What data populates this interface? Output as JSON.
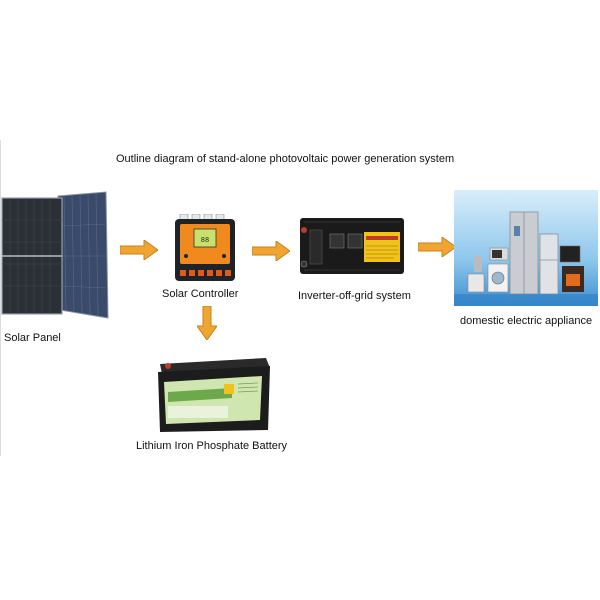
{
  "title": "Outline diagram of stand-alone photovoltaic power generation system",
  "components": {
    "solar_panel": "Solar Panel",
    "controller": "Solar Controller",
    "inverter": "Inverter-off-grid system",
    "appliances": "domestic electric appliance",
    "battery": "Lithium Iron Phosphate Battery"
  },
  "colors": {
    "arrow": "#f0a530",
    "arrow_stroke": "#c98120",
    "panel": "#2b2f36",
    "controller": "#1f2226",
    "inverter": "#1a1a1a",
    "inverter_label": "#f2c21c",
    "battery": "#1c1c1c",
    "battery_label": "#cfe6b0",
    "sky": "#8ec7ec"
  },
  "icons": {
    "flow": "arrow-right-icon",
    "flow_down": "arrow-down-icon"
  }
}
